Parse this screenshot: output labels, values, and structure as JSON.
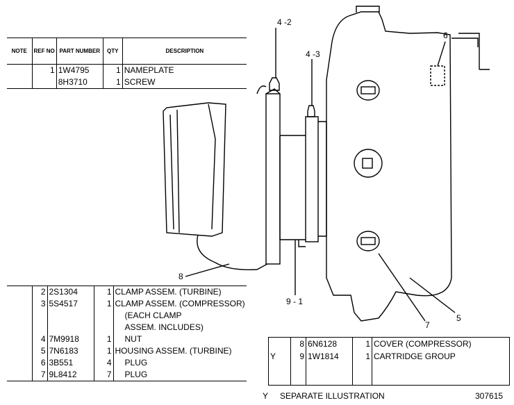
{
  "table_top": {
    "headers": {
      "note": "NOTE",
      "ref": "REF NO",
      "part": "PART NUMBER",
      "qty": "QTY",
      "desc": "DESCRIPTION"
    },
    "rows": [
      {
        "note": "",
        "ref": "1",
        "part": "1W4795",
        "qty": "1",
        "desc": "NAMEPLATE"
      },
      {
        "note": "",
        "ref": "",
        "part": "8H3710",
        "qty": "1",
        "desc": "SCREW"
      }
    ]
  },
  "table_bottom": {
    "rows": [
      {
        "note": "",
        "ref": "2",
        "part": "2S1304",
        "qty": "1",
        "desc": "CLAMP ASSEM. (TURBINE)"
      },
      {
        "note": "",
        "ref": "3",
        "part": "5S4517",
        "qty": "1",
        "desc": "CLAMP ASSEM. (COMPRESSOR)"
      },
      {
        "note": "",
        "ref": "",
        "part": "",
        "qty": "",
        "desc": "(EACH CLAMP"
      },
      {
        "note": "",
        "ref": "",
        "part": "",
        "qty": "",
        "desc": "ASSEM. INCLUDES)"
      },
      {
        "note": "",
        "ref": "4",
        "part": "7M9918",
        "qty": "1",
        "desc": "NUT"
      },
      {
        "note": "",
        "ref": "5",
        "part": "7N6183",
        "qty": "1",
        "desc": "HOUSING ASSEM. (TURBINE)"
      },
      {
        "note": "",
        "ref": "6",
        "part": "3B551",
        "qty": "4",
        "desc": "PLUG"
      },
      {
        "note": "",
        "ref": "7",
        "part": "9L8412",
        "qty": "7",
        "desc": "PLUG"
      }
    ]
  },
  "table_right": {
    "rows": [
      {
        "note": "",
        "ref": "8",
        "part": "6N6128",
        "qty": "1",
        "desc": "COVER (COMPRESSOR)"
      },
      {
        "note": "Y",
        "ref": "9",
        "part": "1W1814",
        "qty": "1",
        "desc": "CARTRIDGE GROUP"
      }
    ]
  },
  "callouts": [
    "4 -2",
    "4 -3",
    "6",
    "8",
    "9 - 1",
    "7",
    "5"
  ],
  "footer": {
    "legend_key": "Y",
    "legend_text": "SEPARATE ILLUSTRATION",
    "figure_number": "307615"
  }
}
